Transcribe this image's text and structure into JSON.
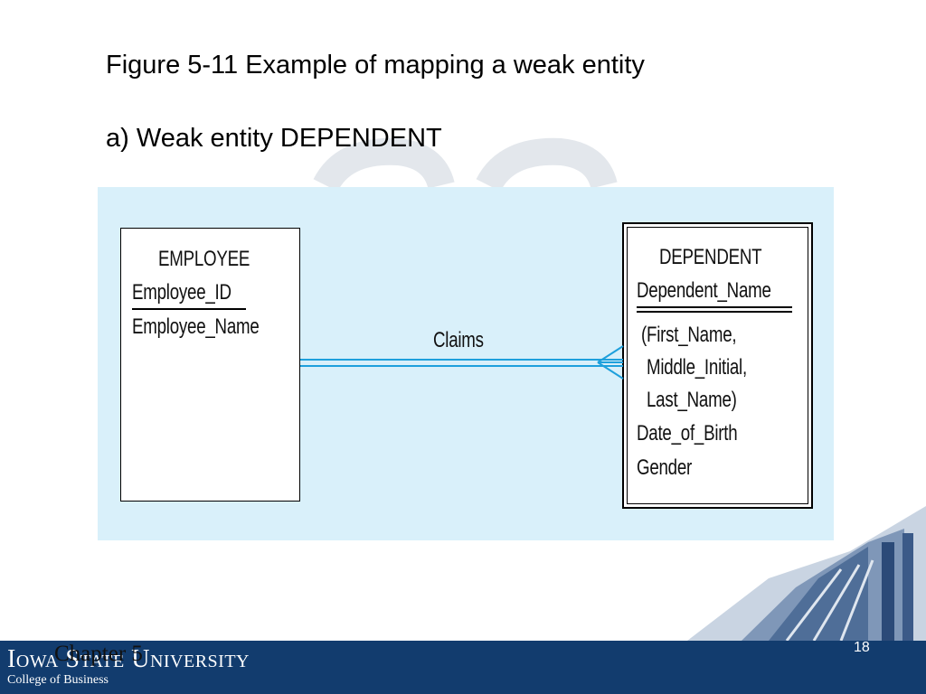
{
  "slide": {
    "title": "Figure 5-11 Example of mapping a weak entity",
    "subtitle": "a) Weak entity DEPENDENT",
    "chapter": "Chapter 5",
    "page_number": "18"
  },
  "footer": {
    "university": "Iowa State University",
    "college": "College of Business"
  },
  "diagram": {
    "strong_entity": {
      "name": "EMPLOYEE",
      "identifier": "Employee_ID",
      "attributes": [
        "Employee_Name"
      ]
    },
    "weak_entity": {
      "name": "DEPENDENT",
      "partial_identifier": "Dependent_Name",
      "attributes": [
        "(First_Name,",
        "Middle_Initial,",
        "Last_Name)",
        "Date_of_Birth",
        "Gender"
      ]
    },
    "relationship": {
      "name": "Claims"
    }
  },
  "colors": {
    "panel_background": "#d9f0fa",
    "relationship_line": "#1ea0dc",
    "footer_bar": "#123c6e"
  }
}
